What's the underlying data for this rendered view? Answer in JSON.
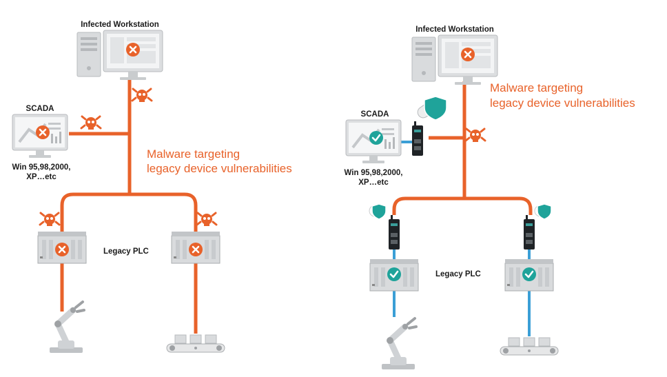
{
  "colors": {
    "threat_orange": "#e8622a",
    "secure_blue": "#3b9fd6",
    "device_gray": "#d9dbdd",
    "device_dark": "#1f2326",
    "check_teal": "#1fa39a"
  },
  "left_panel": {
    "workstation_label": "Infected Workstation",
    "scada_label": "SCADA",
    "os_line1": "Win 95,98,2000,",
    "os_line2": "XP…etc",
    "malware_line1": "Malware targeting",
    "malware_line2": "legacy device vulnerabilities",
    "plc_label": "Legacy PLC",
    "icons": [
      "x-icon",
      "skull-icon",
      "robot-arm-icon",
      "conveyor-icon"
    ]
  },
  "right_panel": {
    "workstation_label": "Infected Workstation",
    "scada_label": "SCADA",
    "os_line1": "Win 95,98,2000,",
    "os_line2": "XP…etc",
    "malware_line1": "Malware targeting",
    "malware_line2": "legacy device vulnerabilities",
    "plc_label": "Legacy PLC",
    "icons": [
      "check-icon",
      "shield-icon",
      "bandage-icon",
      "security-appliance-icon"
    ]
  }
}
